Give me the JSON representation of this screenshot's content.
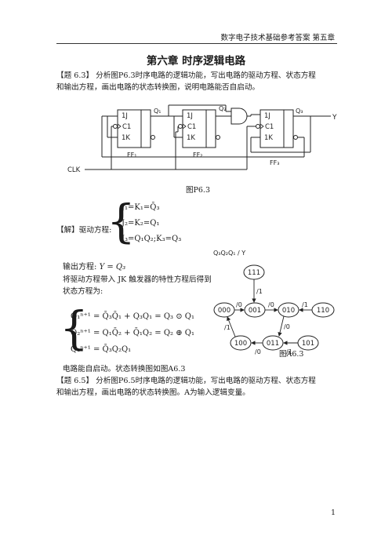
{
  "header": {
    "text": "数字电子技术基础参考答案  第五章"
  },
  "title": "第六章  时序逻辑电路",
  "problem63": {
    "label": "【题 6.3】",
    "text1": " 分析图P6.3时序电路的逻辑功能，写出电路的驱动方程、状态方程",
    "text2": "和输出方程，画出电路的状态转换图，说明电路能否自启动。"
  },
  "circuit": {
    "ff_labels": [
      "FF₁",
      "FF₂",
      "FF₃"
    ],
    "q_labels": [
      "Q₁",
      "Q₂",
      "Q₃"
    ],
    "pin_j": "1J",
    "pin_c": "C1",
    "pin_k": "1K",
    "output": "Y",
    "clk": "CLK",
    "caption": "图P6.3"
  },
  "solution": {
    "label": "【解】驱动方程:",
    "drive_eq1": "J₁=K₁=Q̄₃",
    "drive_eq2": "J₂=K₂=Q₁",
    "drive_eq3": "J₃=Q₁Q₂;K₃=Q₃",
    "output_label": "输出方程:",
    "output_eq": "Y = Q₃",
    "text1": "将驱动方程带入 JK 触发器的特性方程后得到",
    "text2": "状态方程为:",
    "state_eq1": "Q₁ⁿ⁺¹ = Q̄₃Q̄₁ + Q₃Q₁ = Q₃ ⊙ Q₁",
    "state_eq2": "Q₂ⁿ⁺¹ = Q₁Q̄₂ + Q̄₁Q₂ = Q₂ ⊕ Q₁",
    "state_eq3": "Q₃ⁿ⁺¹ = Q̄₃Q₂Q₁",
    "conclusion": "电路能自启动。状态转换图如图A6.3"
  },
  "state_diagram": {
    "legend": "Q₃Q₂Q₁ / Y",
    "states": [
      "111",
      "000",
      "001",
      "010",
      "110",
      "100",
      "011",
      "101"
    ],
    "transition_labels": [
      "/1",
      "/0",
      "/0",
      "/1",
      "/1",
      "/0",
      "/0",
      "/1"
    ],
    "caption": "图A6.3"
  },
  "problem65": {
    "label": "【题 6.5】",
    "text1": " 分析图P6.5时序电路的逻辑功能，写出电路的驱动方程、状态方程",
    "text2": "和输出方程，画出电路的状态转换图。A为输入逻辑变量。"
  },
  "page_number": "1"
}
